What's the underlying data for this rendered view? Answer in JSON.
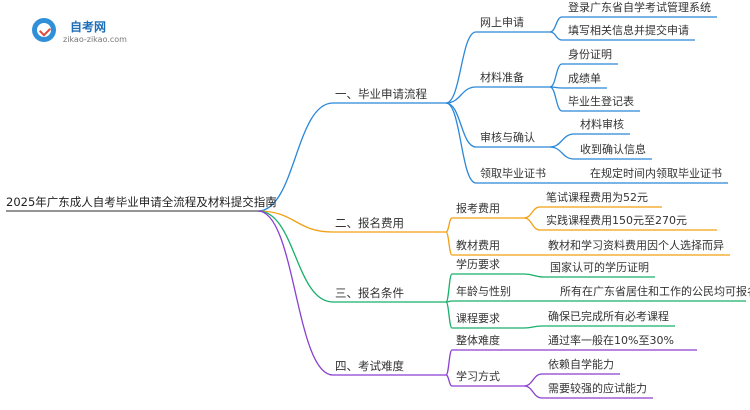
{
  "logo": {
    "title": "自考网",
    "url": "zikao-zikao.com"
  },
  "root": "2025年广东成人自考毕业申请全流程及材料提交指南",
  "colors": {
    "blue": "#2b88d8",
    "orange": "#f2a012",
    "green": "#18b06a",
    "purple": "#8a3fd0"
  },
  "branches": [
    {
      "label": "一、毕业申请流程",
      "children": [
        {
          "label": "网上申请",
          "children": [
            "登录广东省自学考试管理系统",
            "填写相关信息并提交申请"
          ]
        },
        {
          "label": "材料准备",
          "children": [
            "身份证明",
            "成绩单",
            "毕业生登记表"
          ]
        },
        {
          "label": "审核与确认",
          "children": [
            "材料审核",
            "收到确认信息"
          ]
        },
        {
          "label": "领取毕业证书",
          "children": [
            "在规定时间内领取毕业证书"
          ]
        }
      ]
    },
    {
      "label": "二、报名费用",
      "children": [
        {
          "label": "报考费用",
          "children": [
            "笔试课程费用为52元",
            "实践课程费用150元至270元"
          ]
        },
        {
          "label": "教材费用",
          "children": [
            "教材和学习资料费用因个人选择而异"
          ]
        }
      ]
    },
    {
      "label": "三、报名条件",
      "children": [
        {
          "label": "学历要求",
          "children": [
            "国家认可的学历证明"
          ]
        },
        {
          "label": "年龄与性别",
          "children": [
            "所有在广东省居住和工作的公民均可报名"
          ]
        },
        {
          "label": "课程要求",
          "children": [
            "确保已完成所有必考课程"
          ]
        }
      ]
    },
    {
      "label": "四、考试难度",
      "children": [
        {
          "label": "整体难度",
          "children": [
            "通过率一般在10%至30%"
          ]
        },
        {
          "label": "学习方式",
          "children": [
            "依赖自学能力",
            "需要较强的应试能力"
          ]
        }
      ]
    }
  ]
}
